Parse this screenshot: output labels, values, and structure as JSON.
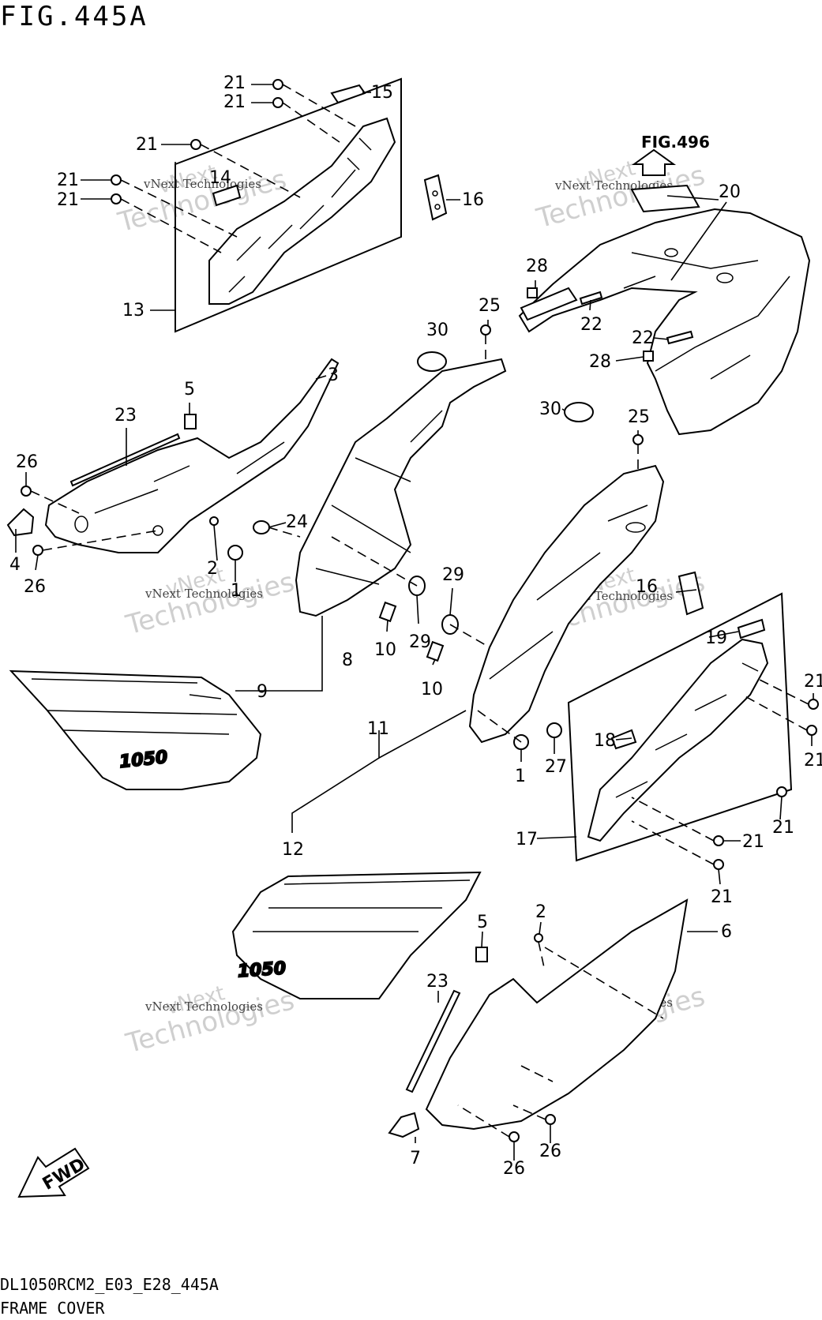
{
  "figure_title": "FIG.445A",
  "reference_figure": "FIG.496",
  "model_code": "DL1050RCM2_E03_E28_445A",
  "section_name": "FRAME COVER",
  "watermark": {
    "line1": "vNext",
    "line2": "vNext Technologies",
    "line3": "Technologies"
  },
  "decal_text": "1050",
  "fwd_label": "FWD",
  "callouts": [
    "1",
    "2",
    "3",
    "4",
    "5",
    "6",
    "7",
    "8",
    "9",
    "10",
    "11",
    "12",
    "13",
    "14",
    "15",
    "16",
    "17",
    "18",
    "19",
    "20",
    "21",
    "22",
    "23",
    "24",
    "25",
    "26",
    "27",
    "28",
    "29",
    "30"
  ]
}
